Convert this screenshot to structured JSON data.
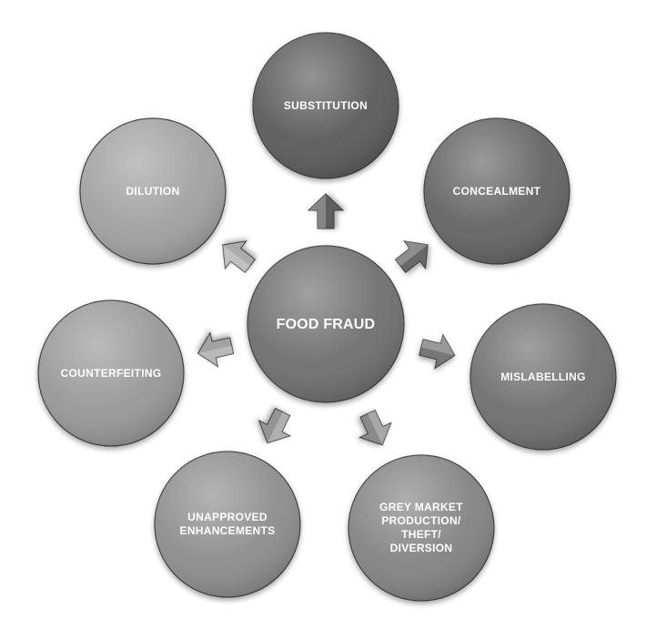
{
  "center": {
    "label": "FOOD FRAUD",
    "color": "#6e6e6e"
  },
  "nodes": [
    {
      "id": "substitution",
      "label": "SUBSTITUTION",
      "color": "#5a5a5a"
    },
    {
      "id": "concealment",
      "label": "CONCEALMENT",
      "color": "#646464"
    },
    {
      "id": "mislabelling",
      "label": "MISLABELLING",
      "color": "#6e6e6e"
    },
    {
      "id": "grey-market",
      "label": "GREY MARKET\nPRODUCTION/\nTHEFT/\nDIVERSION",
      "color": "#828282"
    },
    {
      "id": "unapproved-enhancements",
      "label": "UNAPPROVED\nENHANCEMENTS",
      "color": "#8c8c8c"
    },
    {
      "id": "counterfeiting",
      "label": "COUNTERFEITING",
      "color": "#979797"
    },
    {
      "id": "dilution",
      "label": "DILUTION",
      "color": "#a0a0a0"
    }
  ]
}
